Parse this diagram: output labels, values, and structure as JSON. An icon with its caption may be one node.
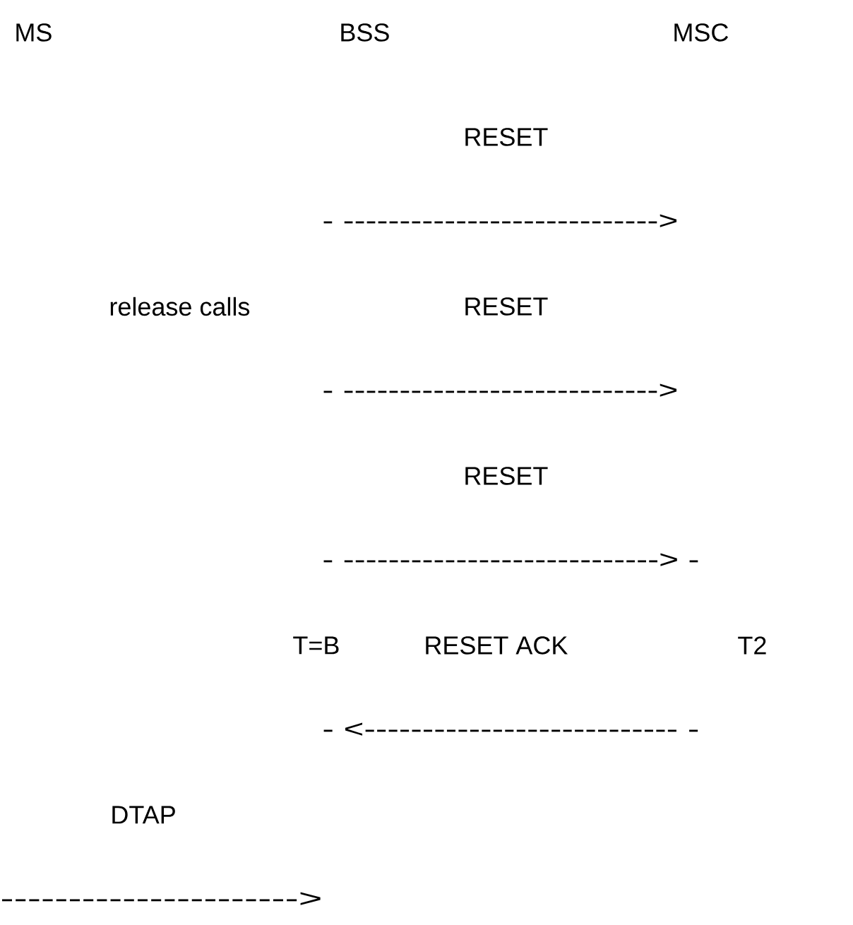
{
  "diagram": {
    "labels": [
      "MS",
      "BSS",
      "MSC",
      "RESET",
      "- ---------------------------->",
      "release calls",
      "RESET",
      "- ---------------------------->",
      "RESET",
      "- ----------------------------> -",
      "T=B",
      "RESET ACK",
      "T2",
      "- <--------------------------- -",
      "DTAP",
      "---------------------->"
    ]
  }
}
